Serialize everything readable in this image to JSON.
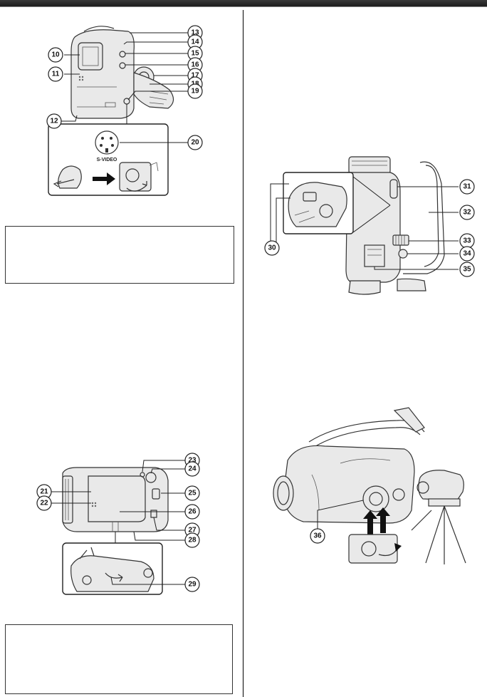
{
  "header": {
    "bar_color": "#2a2a2a"
  },
  "figure_front": {
    "callouts": [
      "10",
      "11",
      "12",
      "13",
      "14",
      "15",
      "16",
      "17",
      "18",
      "19",
      "20"
    ],
    "connector_label": "S-VIDEO"
  },
  "figure_right": {
    "callouts": [
      "21",
      "22",
      "23",
      "24",
      "25",
      "26",
      "27",
      "28",
      "29"
    ]
  },
  "figure_back": {
    "callouts": [
      "30",
      "31",
      "32",
      "33",
      "34",
      "35"
    ]
  },
  "figure_tripod": {
    "callouts": [
      "36"
    ]
  }
}
